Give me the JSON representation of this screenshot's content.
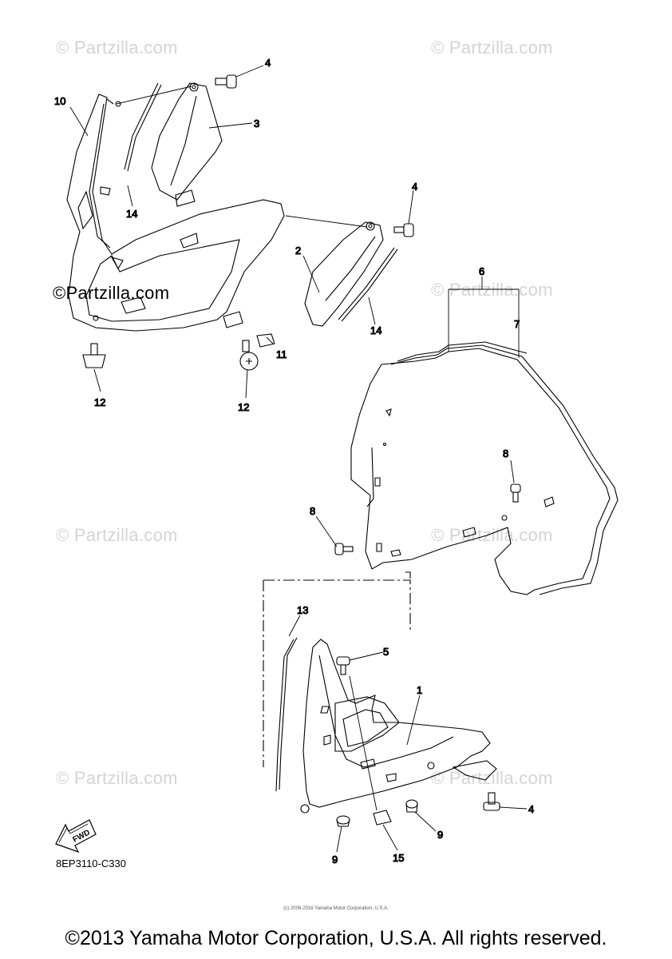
{
  "watermarks": {
    "tl": "© Partzilla.com",
    "tr": "© Partzilla.com",
    "mid_dark": "©Partzilla.com",
    "mid_r": "© Partzilla.com",
    "ml": "© Partzilla.com",
    "mr": "© Partzilla.com",
    "bl": "© Partzilla.com",
    "br": "© Partzilla.com"
  },
  "callouts": {
    "c1": "1",
    "c2": "2",
    "c3": "3",
    "c4a": "4",
    "c4b": "4",
    "c4c": "4",
    "c5": "5",
    "c6": "6",
    "c7": "7",
    "c8a": "8",
    "c8b": "8",
    "c9a": "9",
    "c9b": "9",
    "c10": "10",
    "c11": "11",
    "c12a": "12",
    "c12b": "12",
    "c13": "13",
    "c14a": "14",
    "c14b": "14",
    "c15": "15"
  },
  "fwd_label": "FWD",
  "part_code": "8EP3110-C330",
  "tiny_notice": "(c) 2008-2016 Yamaha Motor Corporation, U.S.A.",
  "copyright": "©2013 Yamaha Motor Corporation, U.S.A. All rights reserved."
}
